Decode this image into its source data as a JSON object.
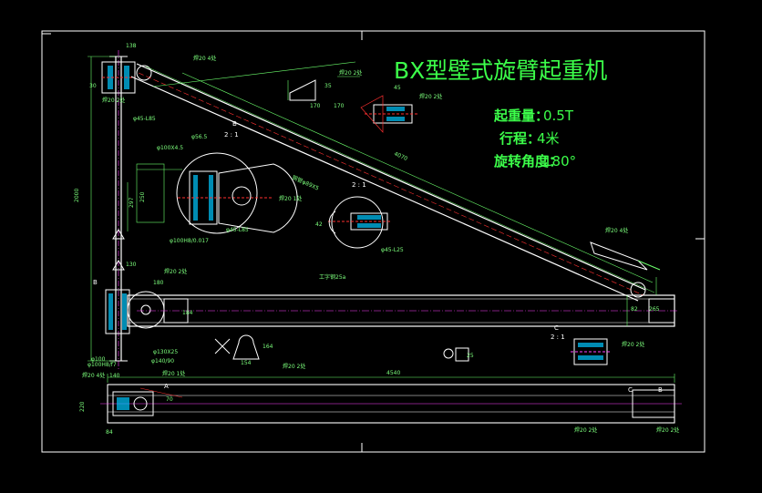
{
  "title": "BX型壁式旋臂起重机",
  "specs": [
    {
      "label": "起重量：",
      "value": "0.5T"
    },
    {
      "label": "行程：",
      "value": "4米"
    },
    {
      "label": "旋转角度：",
      "value": "180°"
    }
  ],
  "views": {
    "detail_b": "B",
    "detail_b_scale": "2 : 1",
    "detail_c": "C",
    "detail_c_scale": "2 : 1",
    "detail_small_scale": "2 : 1",
    "mark_a": "A",
    "mark_b": "B",
    "mark_c": "C",
    "mark_b2": "B"
  },
  "dimensions": {
    "height": "2000",
    "beam_length": "4540",
    "diagonal": "4070",
    "d_top": "138",
    "d_bolt": "170",
    "d_top2": "170",
    "d_plate": "φ56.5",
    "d_180": "180",
    "d_250": "250",
    "d_297": "297",
    "d_130": "130",
    "d_45": "45",
    "d_42": "42",
    "d_30": "30",
    "d_100_1": "φ100",
    "d_265": "265",
    "d_82": "82",
    "d_164": "164",
    "d_154": "154",
    "d_184": "184",
    "d_220": "220",
    "d_84": "84",
    "d_140": "140",
    "d_70": "70",
    "d_35": "35",
    "d_25": "25"
  },
  "annotations": {
    "weld1": "焊20  2处",
    "weld2": "焊20  4处",
    "weld3": "焊20  2处",
    "weld4": "焊20  2处",
    "weld5": "焊20  1处",
    "weld6": "焊20  2处",
    "weld7": "焊20  2处",
    "weld8": "焊20  4处",
    "weld9": "焊20  1处",
    "weld10": "焊20  2处",
    "weld11": "焊20  4处",
    "weld12": "焊20  2处",
    "weld13": "焊20  2处",
    "tube1": "钢管φ89X5",
    "tube2": "φ100X4.5",
    "tube3": "φ45-L85",
    "tube4": "φ45-L85",
    "tube5": "φ45-L25",
    "beam_note": "工字钢25a",
    "fit1": "φ100H8/f7",
    "fit2": "φ130X25",
    "fit3": "φ140/90",
    "fit4": "φ100H8/0.017"
  },
  "colors": {
    "frame": "#ffffff",
    "dim": "#6cff6c",
    "hidden": "#ff3030",
    "center": "#ff40ff",
    "hatch": "#00e0ff",
    "green_text": "#3cff4a"
  }
}
